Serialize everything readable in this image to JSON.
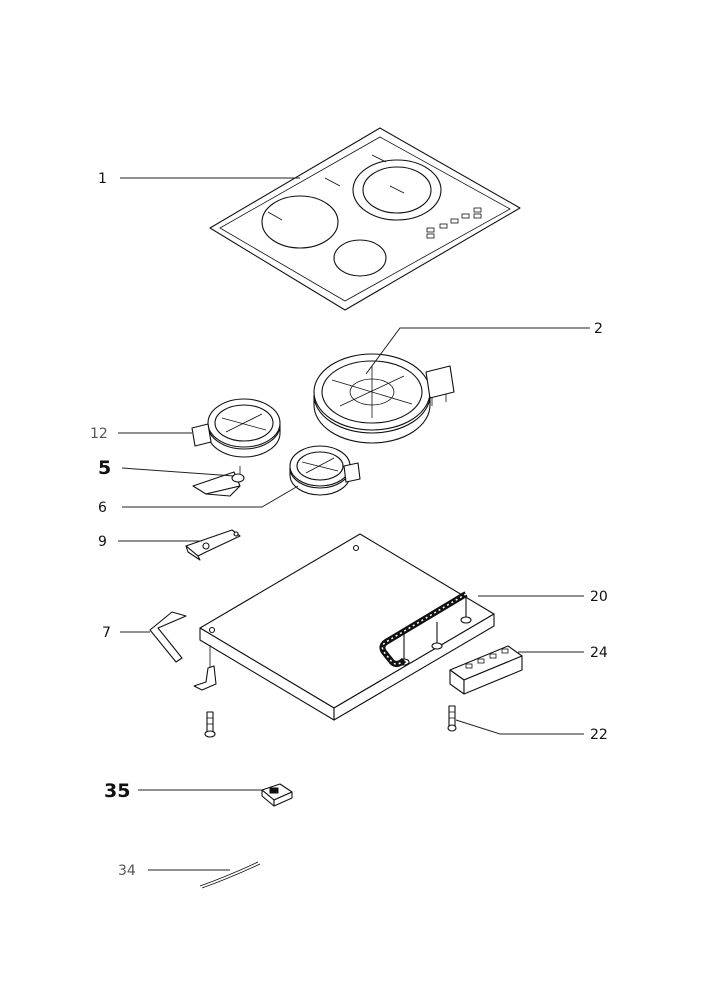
{
  "callouts": [
    {
      "key": "c1",
      "label": "1"
    },
    {
      "key": "c2",
      "label": "2"
    },
    {
      "key": "c12",
      "label": "12"
    },
    {
      "key": "c5",
      "label": "5"
    },
    {
      "key": "c6",
      "label": "6"
    },
    {
      "key": "c9",
      "label": "9"
    },
    {
      "key": "c20",
      "label": "20"
    },
    {
      "key": "c7",
      "label": "7"
    },
    {
      "key": "c24",
      "label": "24"
    },
    {
      "key": "c22",
      "label": "22"
    },
    {
      "key": "c35",
      "label": "35"
    },
    {
      "key": "c34",
      "label": "34"
    }
  ]
}
